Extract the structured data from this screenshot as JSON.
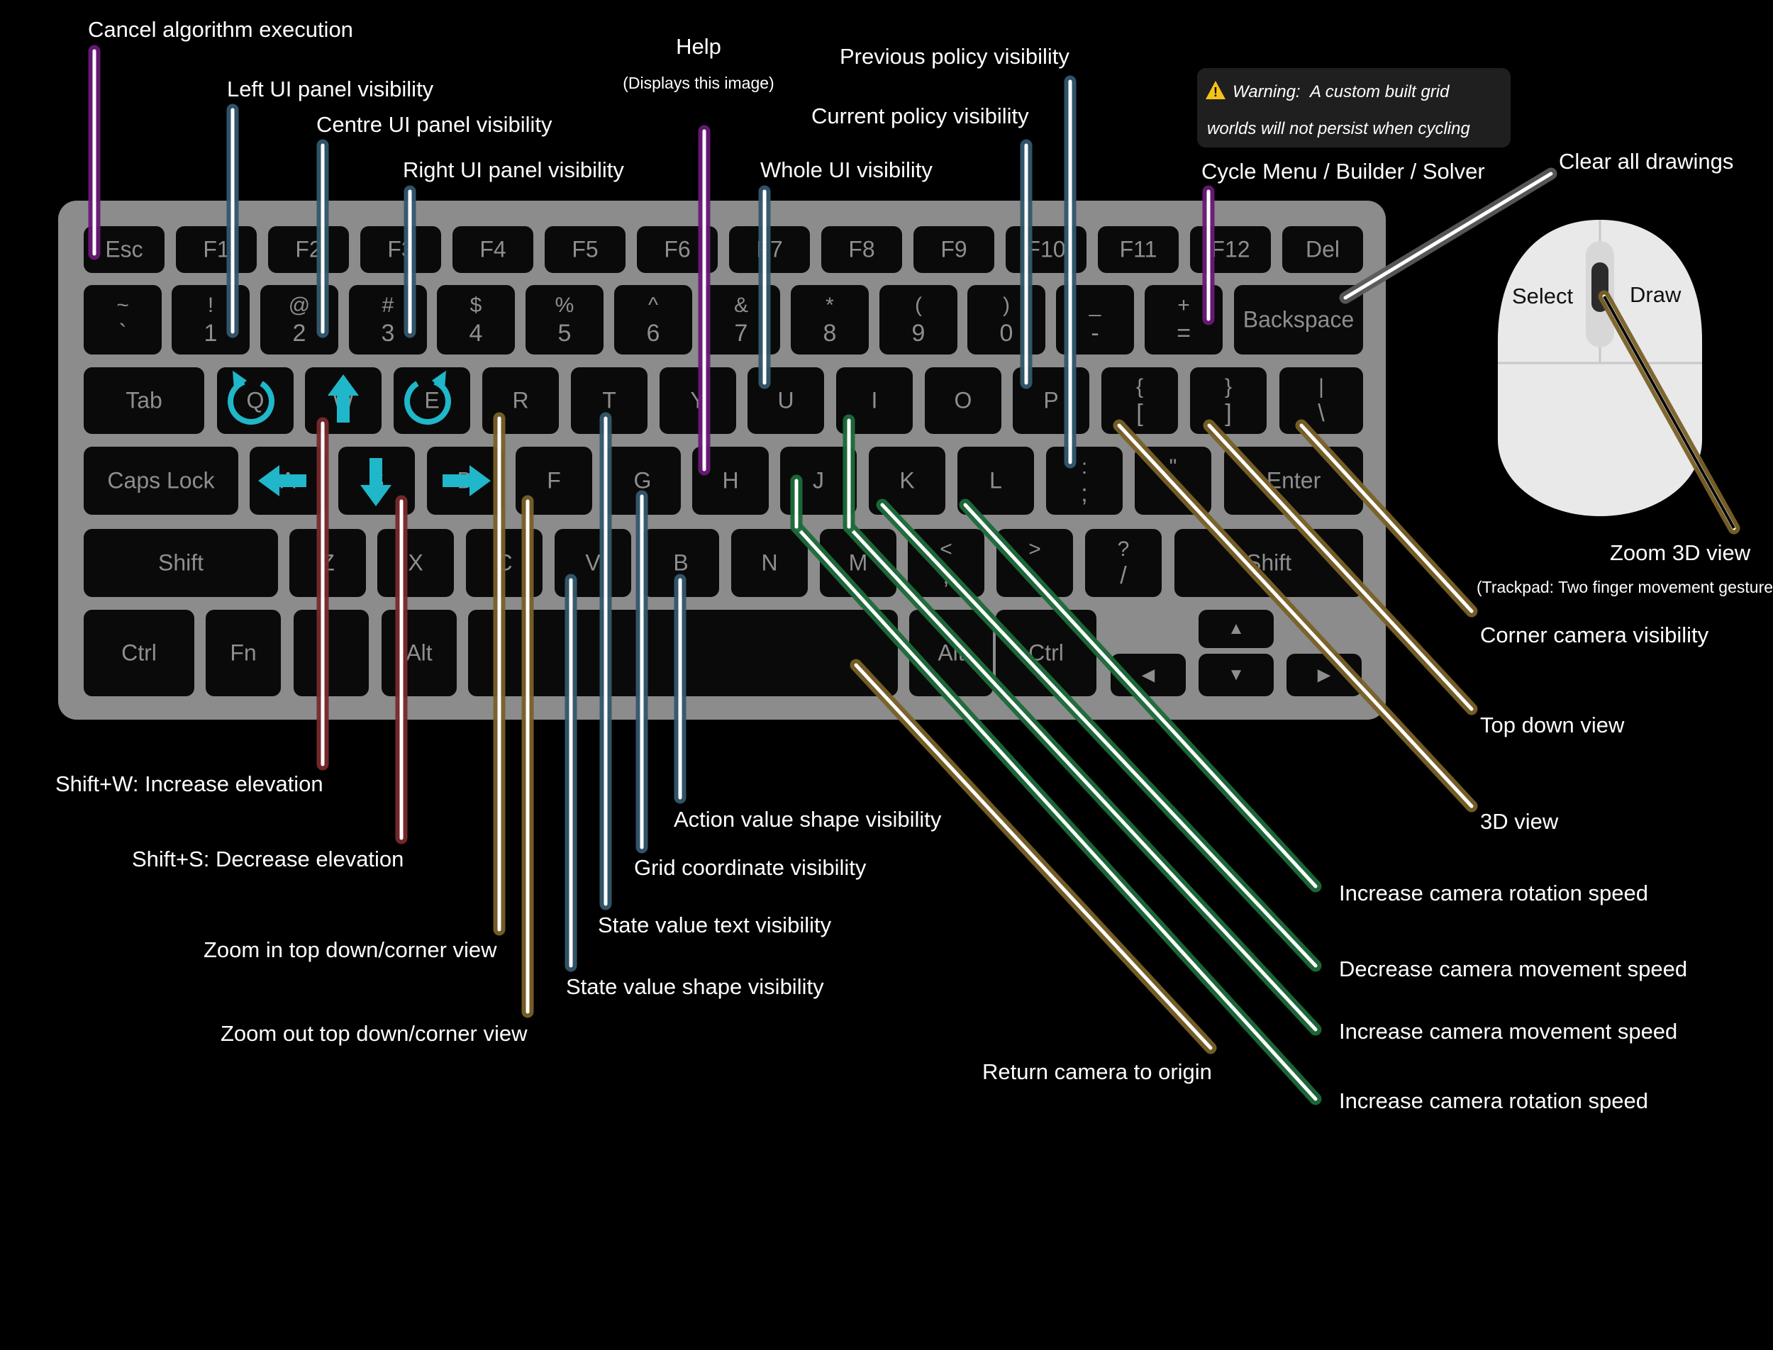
{
  "colors": {
    "background": "#000000",
    "keyboard_body": "#8c8c8c",
    "key": "#0a0a0a",
    "key_label": "#8e8e8e",
    "arrow_accent": "#1fb7c9",
    "purple": "#6a1a78",
    "blue": "#34586e",
    "red": "#7a2a2c",
    "gold": "#7a6128",
    "green": "#1d6b3a",
    "gray": "#5a5a5a",
    "warning_icon": "#f5c21b"
  },
  "keys": {
    "esc": "Esc",
    "f1": "F1",
    "f2": "F2",
    "f3": "F3",
    "f4": "F4",
    "f5": "F5",
    "f6": "F6",
    "f7": "F7",
    "f8": "F8",
    "f9": "F9",
    "f10": "F10",
    "f11": "F11",
    "f12": "F12",
    "del": "Del",
    "tilde_top": "~",
    "tilde_bot": "`",
    "n1_top": "!",
    "n1_bot": "1",
    "n2_top": "@",
    "n2_bot": "2",
    "n3_top": "#",
    "n3_bot": "3",
    "n4_top": "$",
    "n4_bot": "4",
    "n5_top": "%",
    "n5_bot": "5",
    "n6_top": "^",
    "n6_bot": "6",
    "n7_top": "&",
    "n7_bot": "7",
    "n8_top": "*",
    "n8_bot": "8",
    "n9_top": "(",
    "n9_bot": "9",
    "n0_top": ")",
    "n0_bot": "0",
    "minus_top": "_",
    "minus_bot": "-",
    "eq_top": "+",
    "eq_bot": "=",
    "backspace": "Backspace",
    "tab": "Tab",
    "q": "Q",
    "w": "W",
    "e": "E",
    "r": "R",
    "t": "T",
    "y": "Y",
    "u": "U",
    "i": "I",
    "o": "O",
    "p": "P",
    "lbr_top": "{",
    "lbr_bot": "[",
    "rbr_top": "}",
    "rbr_bot": "]",
    "bs_top": "|",
    "bs_bot": "\\",
    "caps": "Caps Lock",
    "a": "A",
    "s": "S",
    "d": "D",
    "f": "F",
    "g": "G",
    "h": "H",
    "j": "J",
    "k": "K",
    "l": "L",
    "semi_top": ":",
    "semi_bot": ";",
    "quote": "\"",
    "enter": "Enter",
    "shift_l": "Shift",
    "z": "Z",
    "x": "X",
    "c": "C",
    "v": "V",
    "b": "B",
    "n": "N",
    "m": "M",
    "comma_top": "<",
    "comma_bot": ",",
    "period_top": ">",
    "period_bot": ".",
    "slash_top": "?",
    "slash_bot": "/",
    "shift_r": "Shift",
    "ctrl_l": "Ctrl",
    "fn": "Fn",
    "alt_l": "Alt",
    "alt_r": "Alt",
    "ctrl_r": "Ctrl",
    "up": "▲",
    "down": "▼",
    "left": "◀",
    "right": "▶"
  },
  "annotations": {
    "cancel": "Cancel algorithm execution",
    "left_panel": "Left UI panel visibility",
    "centre_panel": "Centre UI panel visibility",
    "right_panel": "Right UI panel visibility",
    "help": "Help",
    "help_sub": "(Displays this image)",
    "prev_policy": "Previous policy visibility",
    "curr_policy": "Current policy visibility",
    "whole_ui": "Whole UI visibility",
    "cycle_menu": "Cycle Menu /  Builder / Solver",
    "clear_drawings": "Clear all drawings",
    "mouse_select": "Select",
    "mouse_draw": "Draw",
    "zoom_3d": "Zoom 3D view",
    "zoom_3d_sub": "(Trackpad: Two finger movement gesture)",
    "corner_cam": "Corner camera visibility",
    "top_down": "Top down view",
    "view_3d": "3D view",
    "inc_rot_1": "Increase camera rotation speed",
    "dec_move": "Decrease camera movement speed",
    "inc_move": "Increase camera movement speed",
    "inc_rot_2": "Increase camera rotation speed",
    "return_origin": "Return camera to origin",
    "shift_w": "Shift+W: Increase elevation",
    "shift_s": "Shift+S: Decrease elevation",
    "zoom_in": "Zoom in top down/corner view",
    "zoom_out": "Zoom out top down/corner view",
    "action_shape": "Action value shape visibility",
    "grid_coord": "Grid coordinate visibility",
    "state_text": "State value text visibility",
    "state_shape": "State value shape visibility"
  },
  "warning": {
    "label": "Warning:",
    "line1": "A custom built grid",
    "line2": "worlds will not persist when cycling"
  }
}
